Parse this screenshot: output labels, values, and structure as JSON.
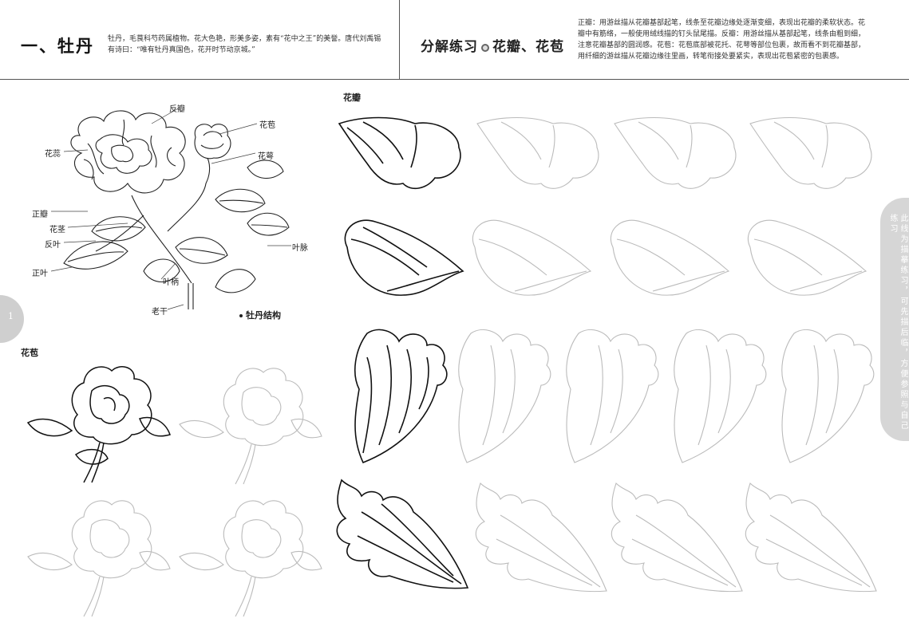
{
  "header": {
    "left_title": "一、牡丹",
    "left_intro": "牡丹，毛茛科芍药属植物。花大色艳，形美多姿，素有“花中之王”的美誉。唐代刘禹锡有诗曰：“唯有牡丹真国色，花开时节动京城。”",
    "right_title_main": "分解练习",
    "right_title_sub": "花瓣、花苞",
    "right_intro": "正瓣：用游丝描从花瓣基部起笔，线条至花瓣边缘处逐渐变细，表现出花瓣的柔软状态。花瓣中有筋络，一般使用绒线描的钉头鼠尾描。反瓣：用游丝描从基部起笔，线条由粗到细，注意花瓣基部的圆润感。花苞：花苞底部被花托、花萼等部位包裹，故而看不到花瓣基部，用纤细的游丝描从花瓣边缘往里画，转笔衔接处要紧实，表现出花苞紧密的包裹感。"
  },
  "diagram": {
    "labels": {
      "fanban": "反瓣",
      "huabao": "花苞",
      "huarui": "花蕊",
      "huae": "花萼",
      "zhengban": "正瓣",
      "huajing": "花茎",
      "fanye": "反叶",
      "yemai": "叶脉",
      "zhengye": "正叶",
      "yebing": "叶柄",
      "laogan": "老干"
    },
    "caption": "牡丹结构"
  },
  "sections": {
    "bud_label": "花苞",
    "petal_label": "花瓣"
  },
  "page": {
    "number": "1"
  },
  "side_tab": {
    "text": "此线为描摹练习，可先描后临，方便参照与自己练习"
  },
  "colors": {
    "ink": "#111111",
    "trace": "#b8b8b8",
    "tab": "#d0d0d0"
  }
}
